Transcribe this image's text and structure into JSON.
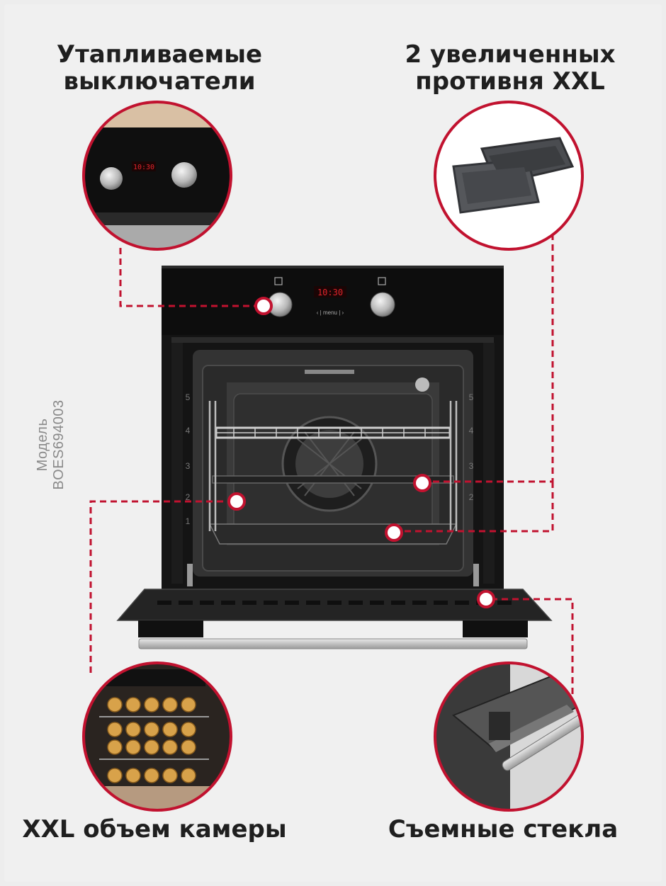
{
  "captions": {
    "heated_switches": [
      "Утапливаемые",
      "выключатели"
    ],
    "xxl_trays": [
      "2 увеличенных",
      "противня XXL"
    ],
    "xxl_volume": "XXL объем камеры",
    "removable_glass": "Съемные стекла"
  },
  "model_label": "Модель BOES694003",
  "display": {
    "time": "10:30",
    "menu_label": "menu"
  },
  "rack_levels": [
    "5",
    "4",
    "3",
    "2",
    "1"
  ],
  "colors": {
    "accent": "#c1122f",
    "background": "#f0f0f0",
    "oven_body": "#111111",
    "caption_text": "#1f1f1f"
  }
}
